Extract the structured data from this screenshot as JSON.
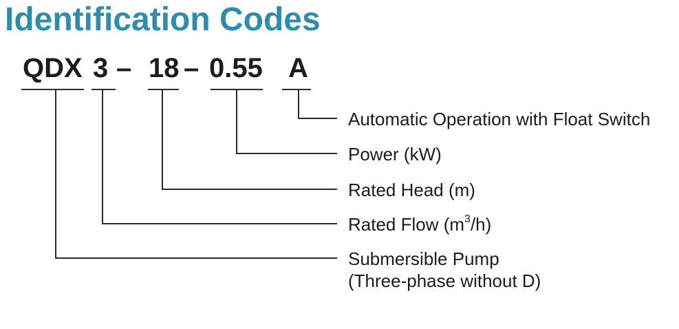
{
  "title": {
    "text": "Identification Codes"
  },
  "code": {
    "segments": [
      {
        "text": "QDX"
      },
      {
        "text": "3"
      },
      {
        "text": "–"
      },
      {
        "text": "18"
      },
      {
        "text": "–"
      },
      {
        "text": "0.55"
      },
      {
        "text": "A"
      }
    ]
  },
  "meanings": [
    {
      "code_part": "A",
      "label": "Automatic Operation with Float Switch"
    },
    {
      "code_part": "0.55",
      "label": "Power (kW)"
    },
    {
      "code_part": "18",
      "label": "Rated Head (m)"
    },
    {
      "code_part": "3",
      "label_pre": "Rated Flow (m",
      "label_sup": "3",
      "label_post": "/h)"
    },
    {
      "code_part": "QDX",
      "label_line1": "Submersible Pump",
      "label_line2": "(Three-phase without D)"
    }
  ],
  "colors": {
    "accent": "#2e8dac",
    "text": "#1c1c1c",
    "line": "#2b2b2b",
    "background": "#ffffff"
  }
}
